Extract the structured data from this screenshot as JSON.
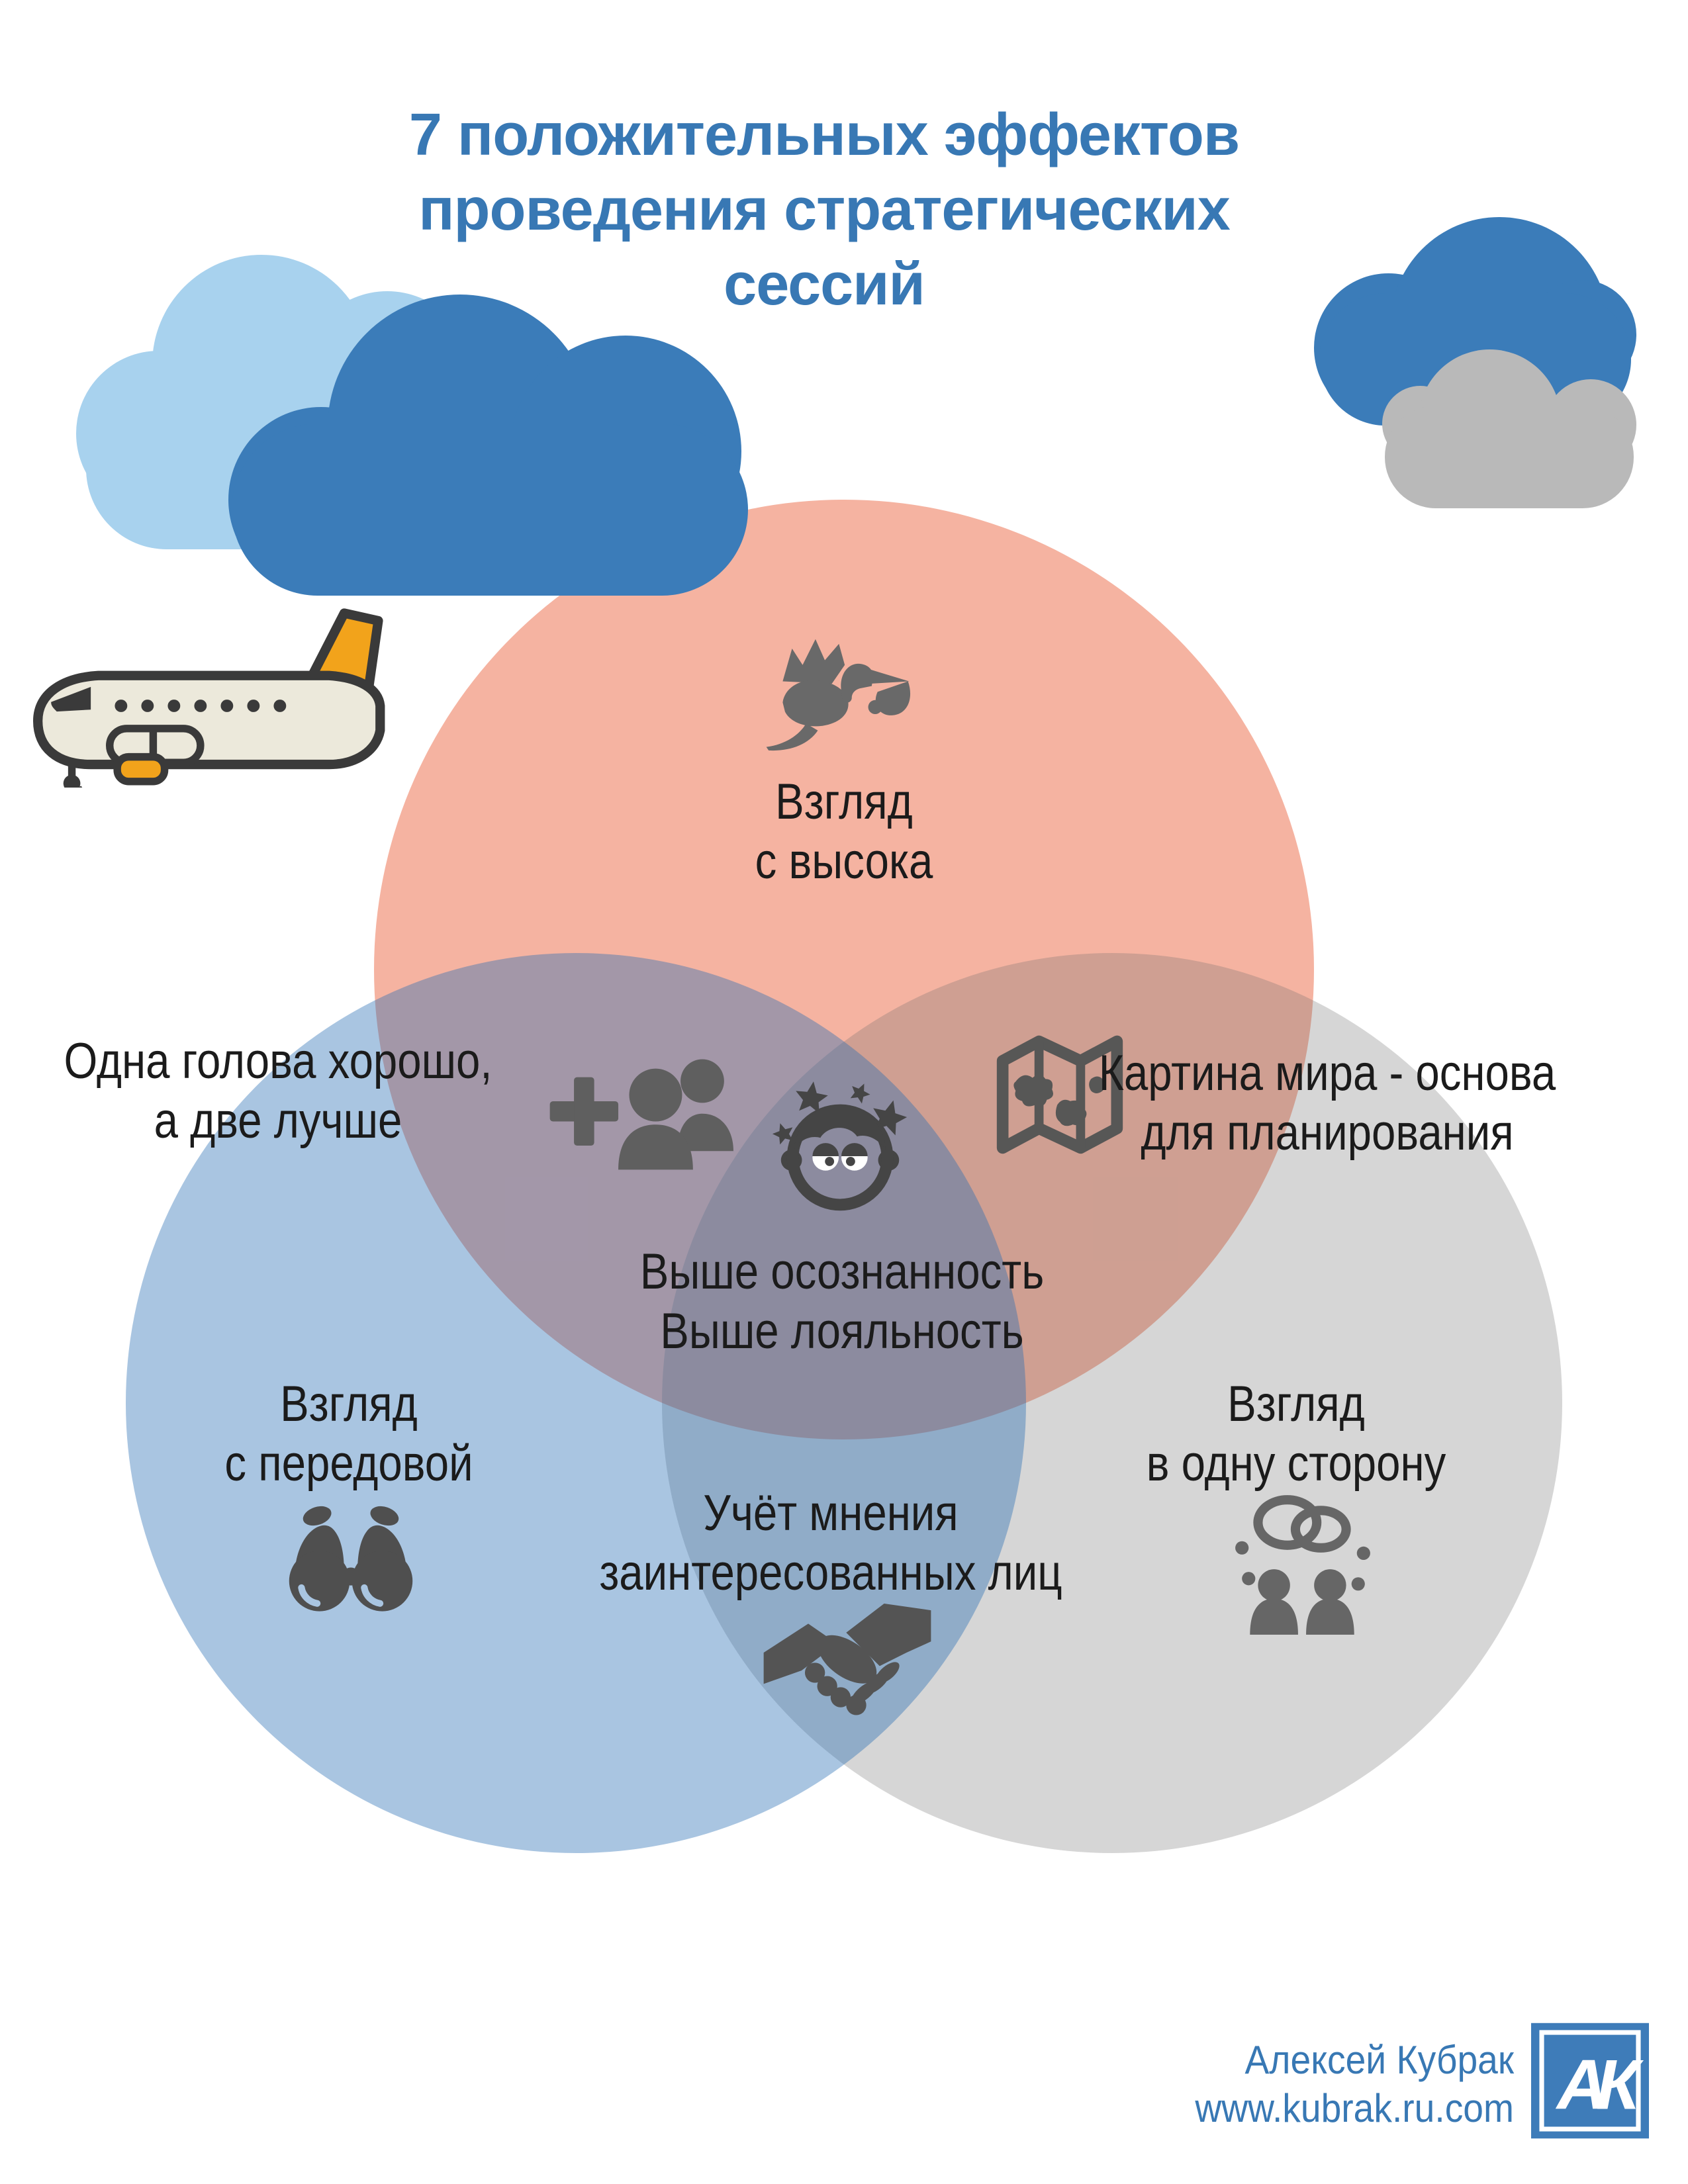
{
  "title": {
    "lines": [
      "7 положительных эффектов",
      "проведения стратегических",
      "сессий"
    ]
  },
  "colors": {
    "title_blue": "#3878B4",
    "circle_top_pink": "#F5B3A1",
    "circle_left_blue": "#A9C5E1",
    "circle_right_gray": "#D3D3D3",
    "icon_gray": "#575756",
    "cloud_dark_blue": "#3B7CB9",
    "cloud_light_blue": "#A8D2EE",
    "cloud_gray": "#B9B9B9",
    "plane_orange": "#F2A31B"
  },
  "venn": {
    "top_circle": {
      "icon": "stork-icon",
      "lines": [
        "Взгляд",
        "с высока"
      ]
    },
    "left_circle": {
      "icon": "binoculars-icon",
      "lines": [
        "Взгляд",
        "с передовой"
      ]
    },
    "right_circle": {
      "icon": "people-agreement-icon",
      "lines": [
        "Взгляд",
        "в одну сторону"
      ]
    },
    "top_left_overlap": {
      "icon": "add-people-icon",
      "lines": [
        "Одна голова хорошо,",
        "а две лучше"
      ]
    },
    "top_right_overlap": {
      "icon": "world-map-icon",
      "lines": [
        "Картина мира - основа",
        "для планирования"
      ]
    },
    "bottom_overlap": {
      "icon": "handshake-icon",
      "lines": [
        "Учёт мнения",
        "заинтересованных лиц"
      ]
    },
    "center_overlap": {
      "icon": "dizzy-head-icon",
      "lines": [
        "Выше осознанность",
        "Выше лояльность"
      ]
    }
  },
  "footer": {
    "author": "Алексей Кубрак",
    "website": "www.kubrak.ru.com",
    "logo_text": "АК"
  },
  "decor": {
    "top_left": [
      "light-cloud-icon",
      "dark-cloud-icon",
      "airplane-icon"
    ],
    "top_right": [
      "blue-cloud-icon",
      "gray-cloud-icon"
    ]
  }
}
